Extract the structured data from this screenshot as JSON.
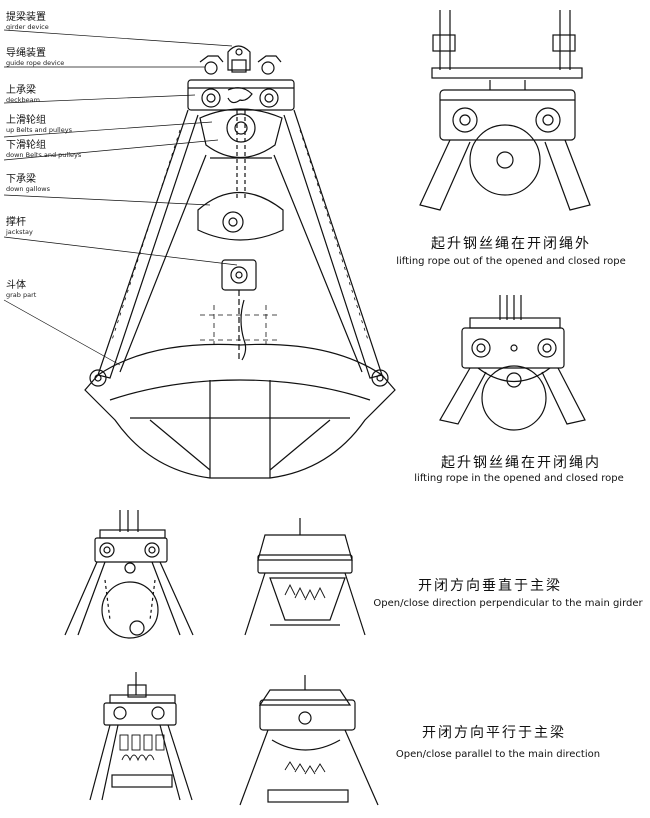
{
  "labels": [
    {
      "cn": "提梁装置",
      "en": "girder device"
    },
    {
      "cn": "导绳装置",
      "en": "guide rope device"
    },
    {
      "cn": "上承梁",
      "en": "deckbeam"
    },
    {
      "cn": "上滑轮组",
      "en": "up Belts and pulleys"
    },
    {
      "cn": "下滑轮组",
      "en": "down Belts and pulleys"
    },
    {
      "cn": "下承梁",
      "en": "down gallows"
    },
    {
      "cn": "撑杆",
      "en": "jackstay"
    },
    {
      "cn": "斗体",
      "en": "grab part"
    }
  ],
  "captions": [
    {
      "cn": "起升钢丝绳在开闭绳外",
      "en": "lifting rope out of  the opened and closed rope"
    },
    {
      "cn": "起升钢丝绳在开闭绳内",
      "en": "lifting rope in the opened and closed rope"
    },
    {
      "cn": "开闭方向垂直于主梁",
      "en": "Open/close direction perpendicular to the main girder"
    },
    {
      "cn": "开闭方向平行于主梁",
      "en": "Open/close parallel to the main direction"
    }
  ]
}
